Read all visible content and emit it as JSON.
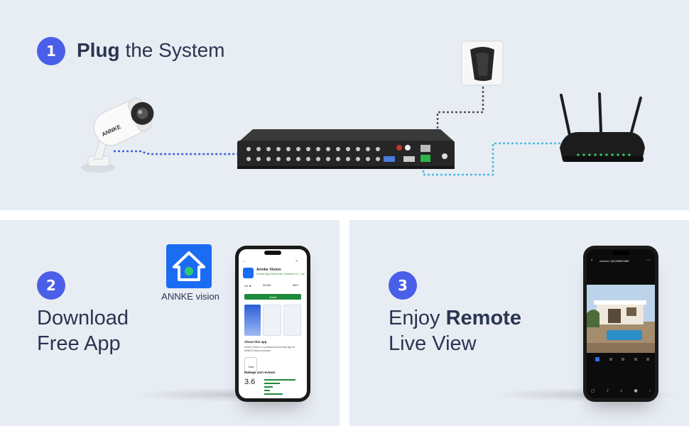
{
  "step1": {
    "number": "1",
    "title_bold": "Plug",
    "title_rest": " the System"
  },
  "step2": {
    "number": "2",
    "title_line1": "Download",
    "title_line2": "Free App"
  },
  "step3": {
    "number": "3",
    "title_pre": "Enjoy ",
    "title_bold": "Remote",
    "title_line2": "Live View"
  },
  "app": {
    "icon_label": "ANNKE vision",
    "store": {
      "app_name": "Annke Vision",
      "developer": "Zhuhai Dayu Electronic Commerce Co., Ltd.",
      "rating": "3.6 ★",
      "size": "26 MB",
      "install_label": "Install",
      "about_heading": "About this app",
      "about_text": "Annke Vision is a professional security app for ANNKE brand products.",
      "tag": "Tools",
      "ratings_heading": "Ratings and reviews",
      "rating_big": "3.6",
      "reviews_count": "50K+"
    }
  },
  "live": {
    "camera_name": "camera 1@C68551688"
  },
  "colors": {
    "accent": "#4a5fe8",
    "panel_bg": "#e8edf4",
    "text": "#2a3550",
    "app_icon": "#1b6cf2",
    "install_green": "#1e8a3c",
    "coax_line": "#3f5fd8",
    "lan_line": "#4ab8e6",
    "power_line": "#555555"
  },
  "icons": [
    "camera-icon",
    "dvr-icon",
    "power-adapter-icon",
    "router-icon",
    "app-home-icon",
    "phone-icon"
  ]
}
